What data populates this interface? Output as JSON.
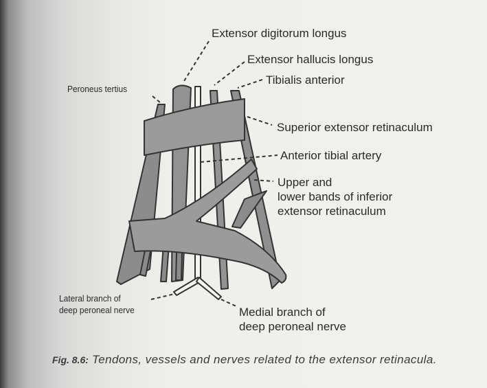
{
  "labels": {
    "extensor_digitorum_longus": "Extensor digitorum longus",
    "extensor_hallucis_longus": "Extensor hallucis longus",
    "tibialis_anterior": "Tibialis anterior",
    "peroneus_tertius": "Peroneus tertius",
    "superior_extensor_retinaculum": "Superior extensor retinaculum",
    "anterior_tibial_artery": "Anterior tibial artery",
    "inferior_retinaculum": {
      "line1": "Upper and",
      "line2": "lower bands of inferior",
      "line3": "extensor retinaculum"
    },
    "lateral_branch": {
      "line1": "Lateral branch of",
      "line2": "deep peroneal nerve"
    },
    "medial_branch": {
      "line1": "Medial branch of",
      "line2": "deep peroneal nerve"
    }
  },
  "caption": {
    "fig_number": "Fig. 8.6:",
    "text": " Tendons, vessels and nerves related to the extensor retinacula."
  },
  "colors": {
    "tendon_fill": "#8f8f8f",
    "band_fill": "#9a9a9a",
    "outline": "#333333",
    "page_bg": "#f0f0ee"
  }
}
